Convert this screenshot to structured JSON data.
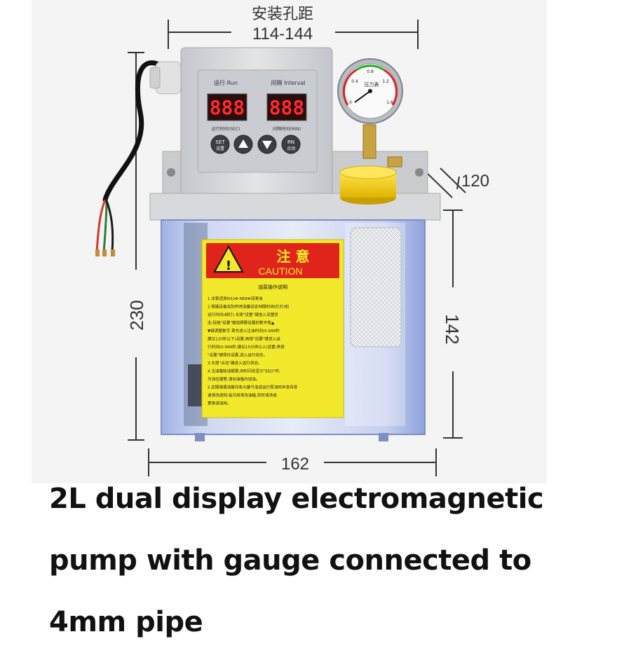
{
  "dimensions": {
    "mount_label_cn": "安装孔距",
    "mount_spacing": "114-144",
    "height_total": "230",
    "height_tank": "142",
    "width_base": "162",
    "bracket_depth": "120"
  },
  "panel": {
    "run_label": "运行 Run",
    "interval_label": "间隔 Interval",
    "run_display": "888",
    "interval_display": "888",
    "run_unit": "运行时间(SEC)",
    "interval_unit": "间隔时间(MIN)",
    "set_label": "SET",
    "set_sub": "设置",
    "manual_label": "RN",
    "manual_sub": "点动"
  },
  "gauge": {
    "label": "压力表",
    "ticks": [
      "0",
      "0.4",
      "0.8",
      "1.2",
      "1.6"
    ]
  },
  "caution": {
    "title_cn": "注 意",
    "title_en": "CAUTION",
    "subtitle": "油泵操作说明",
    "lines": [
      "1.本泵适用N32#-N68#润滑油",
      "2.根据设备实际所用油量设定间隔时间(红灯)和",
      "运行时间(绿灯),长按\"设置\"键进入设置状",
      "态,短按\"设置\"键选择要设置的数字按▲",
      "▼键调整数字,首先进入注油时间(0-999秒",
      "建议120秒以下)设置;再按\"设置\"键进入运",
      "行时间(0-999秒,建议15分钟以上)设置;再按",
      "\"设置\"键保存设置,进入运行状态。",
      "3.长按\"点动\"键进入运行状态。",
      "4.当油箱缺油报警,同时闪烁显示\"EEO\"时,",
      "为油位报警,请向油箱内加油。",
      "5.定期清理油管内有大量气泡或运行泵油时声音异常",
      "请清洗滤网;每月用清洗油箱,同时清洗或",
      "更换滤油网。"
    ]
  },
  "caption": {
    "lines": [
      "2L dual display electromagnetic",
      "pump with gauge connected to",
      "4mm pipe"
    ]
  }
}
